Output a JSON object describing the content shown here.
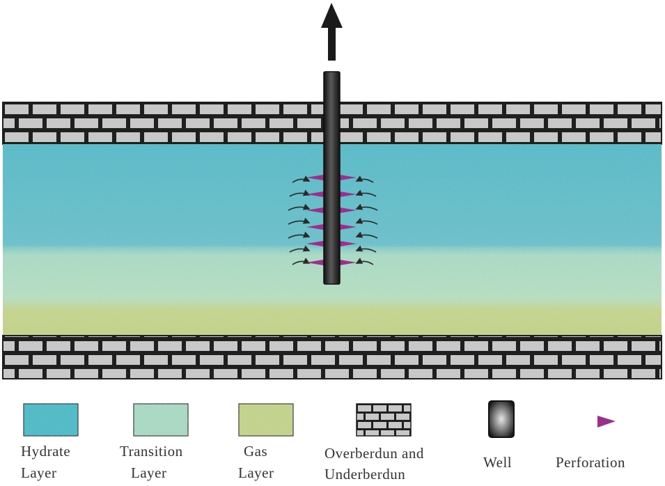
{
  "legend": {
    "hydrate": {
      "line1": "Hydrate",
      "line2": "Layer"
    },
    "transition": {
      "line1": "Transition",
      "line2": "Layer"
    },
    "gas": {
      "line1": "Gas",
      "line2": "Layer"
    },
    "burden": {
      "line1": "Overberdun and",
      "line2": "Underberdun"
    },
    "well": {
      "line1": "Well"
    },
    "perforation": {
      "line1": "Perforation"
    }
  },
  "colors": {
    "hydrate": "#4fb9c4",
    "transition": "#a7d6c2",
    "gas": "#c2d28a",
    "brick": "#c8c8c8",
    "mortar": "#2a2a2a",
    "well": "#1e1e1e",
    "perforation": "#9b2f8c"
  },
  "icons": {
    "arrow": "up-arrow-icon",
    "flow": "curved-flow-arrow-icon"
  }
}
